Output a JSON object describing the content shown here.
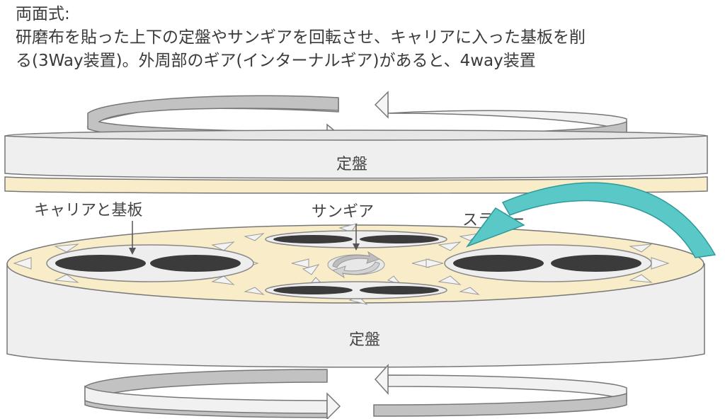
{
  "caption": {
    "line1": "両面式:",
    "line2": "研磨布を貼った上下の定盤やサンギアを回転させ、キャリアに入った基板を削",
    "line3": "る(3Way装置)。外周部のギア(インターナルギア)があると、4way装置"
  },
  "labels": {
    "upper_plate": "定盤",
    "lower_plate": "定盤",
    "carrier": "キャリアと基板",
    "sun_gear": "サンギア",
    "slurry": "スラリー"
  },
  "colors": {
    "pad": "#f8edc8",
    "plate_fill": "#efefef",
    "plate_stroke": "#777777",
    "wafer": "#3b3b3b",
    "slurry_arrow": "#5bc8c8"
  }
}
